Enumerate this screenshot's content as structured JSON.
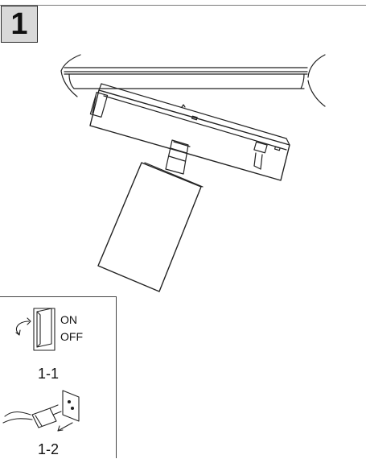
{
  "step": {
    "number": "1"
  },
  "inset": {
    "switch_on_label": "ON",
    "switch_off_label": "OFF",
    "step_1_1_label": "1-1",
    "step_1_2_label": "1-2"
  }
}
